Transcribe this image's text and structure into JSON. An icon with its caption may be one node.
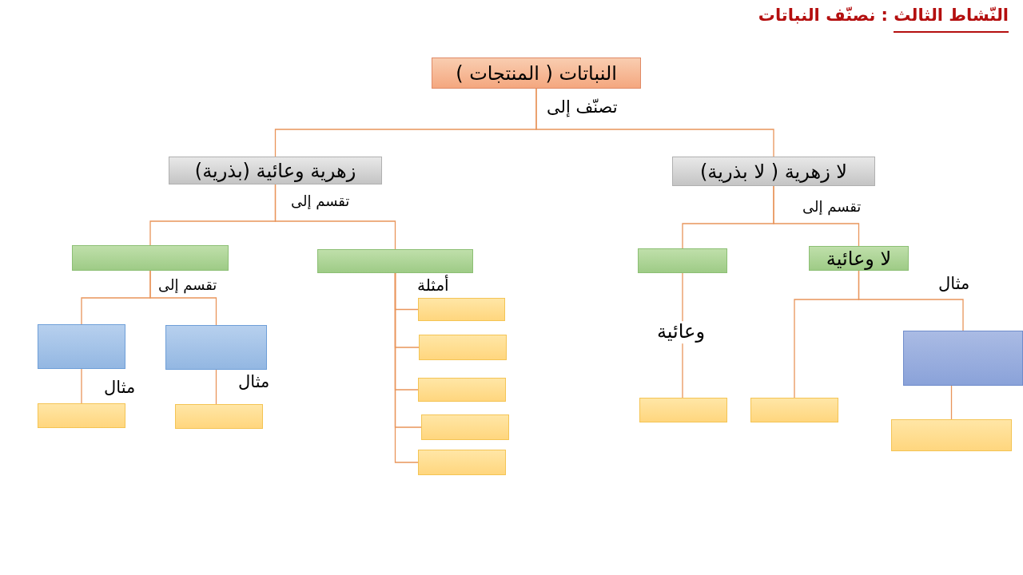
{
  "diagram": {
    "title": "النّشاط الثالث : نصنّف النباتات",
    "nodes": [
      {
        "text": [
          "النباتات ( المنتجات )"
        ]
      },
      {
        "text": [
          "زهرية وعائية (بذرية)"
        ]
      },
      {
        "text": [
          "لا زهرية ( لا بذرية)"
        ]
      },
      {
        "text": [],
        "shape": "box"
      },
      {
        "text": [],
        "shape": "box"
      },
      {
        "text": [],
        "shape": "box"
      },
      {
        "text": [
          "لا وعائية"
        ]
      },
      {
        "text": [],
        "shape": "box"
      },
      {
        "text": [],
        "shape": "box"
      },
      {
        "text": [],
        "shape": "box"
      },
      {
        "text": [],
        "shape": "box"
      },
      {
        "text": [],
        "shape": "box"
      },
      {
        "text": [],
        "shape": "box"
      },
      {
        "text": [],
        "shape": "box"
      },
      {
        "text": [],
        "shape": "box"
      },
      {
        "text": [],
        "shape": "box"
      },
      {
        "text": [],
        "shape": "box"
      },
      {
        "text": [],
        "shape": "box"
      },
      {
        "text": [],
        "shape": "box"
      },
      {
        "text": [],
        "shape": "box"
      }
    ],
    "edges": [
      {
        "from": 0,
        "to": 1,
        "arrow": "none",
        "label": "تصنّف إلى"
      },
      {
        "from": 0,
        "to": 2,
        "arrow": "none"
      },
      {
        "from": 1,
        "to": 3,
        "arrow": "none",
        "label": "تقسم إلى"
      },
      {
        "from": 1,
        "to": 4,
        "arrow": "none"
      },
      {
        "from": 2,
        "to": 5,
        "arrow": "none"
      },
      {
        "from": 2,
        "to": 6,
        "arrow": "none",
        "label": "تقسم إلى"
      },
      {
        "from": 3,
        "to": 7,
        "arrow": "none",
        "label": "تقسم إلى"
      },
      {
        "from": 3,
        "to": 8,
        "arrow": "none"
      },
      {
        "from": 7,
        "to": 9,
        "arrow": "none",
        "label": "مثال"
      },
      {
        "from": 8,
        "to": 10,
        "arrow": "none",
        "label": "مثال"
      },
      {
        "from": 4,
        "to": 11,
        "arrow": "none",
        "label": "أمثلة"
      },
      {
        "from": 4,
        "to": 12,
        "arrow": "none"
      },
      {
        "from": 4,
        "to": 13,
        "arrow": "none"
      },
      {
        "from": 4,
        "to": 14,
        "arrow": "none"
      },
      {
        "from": 4,
        "to": 15,
        "arrow": "none"
      },
      {
        "from": 5,
        "to": 16,
        "arrow": "none",
        "label": "وعائية"
      },
      {
        "from": 6,
        "to": 17,
        "arrow": "none"
      },
      {
        "from": 6,
        "to": 18,
        "arrow": "none",
        "label": "مثال"
      },
      {
        "from": 18,
        "to": 19,
        "arrow": "none"
      }
    ]
  }
}
